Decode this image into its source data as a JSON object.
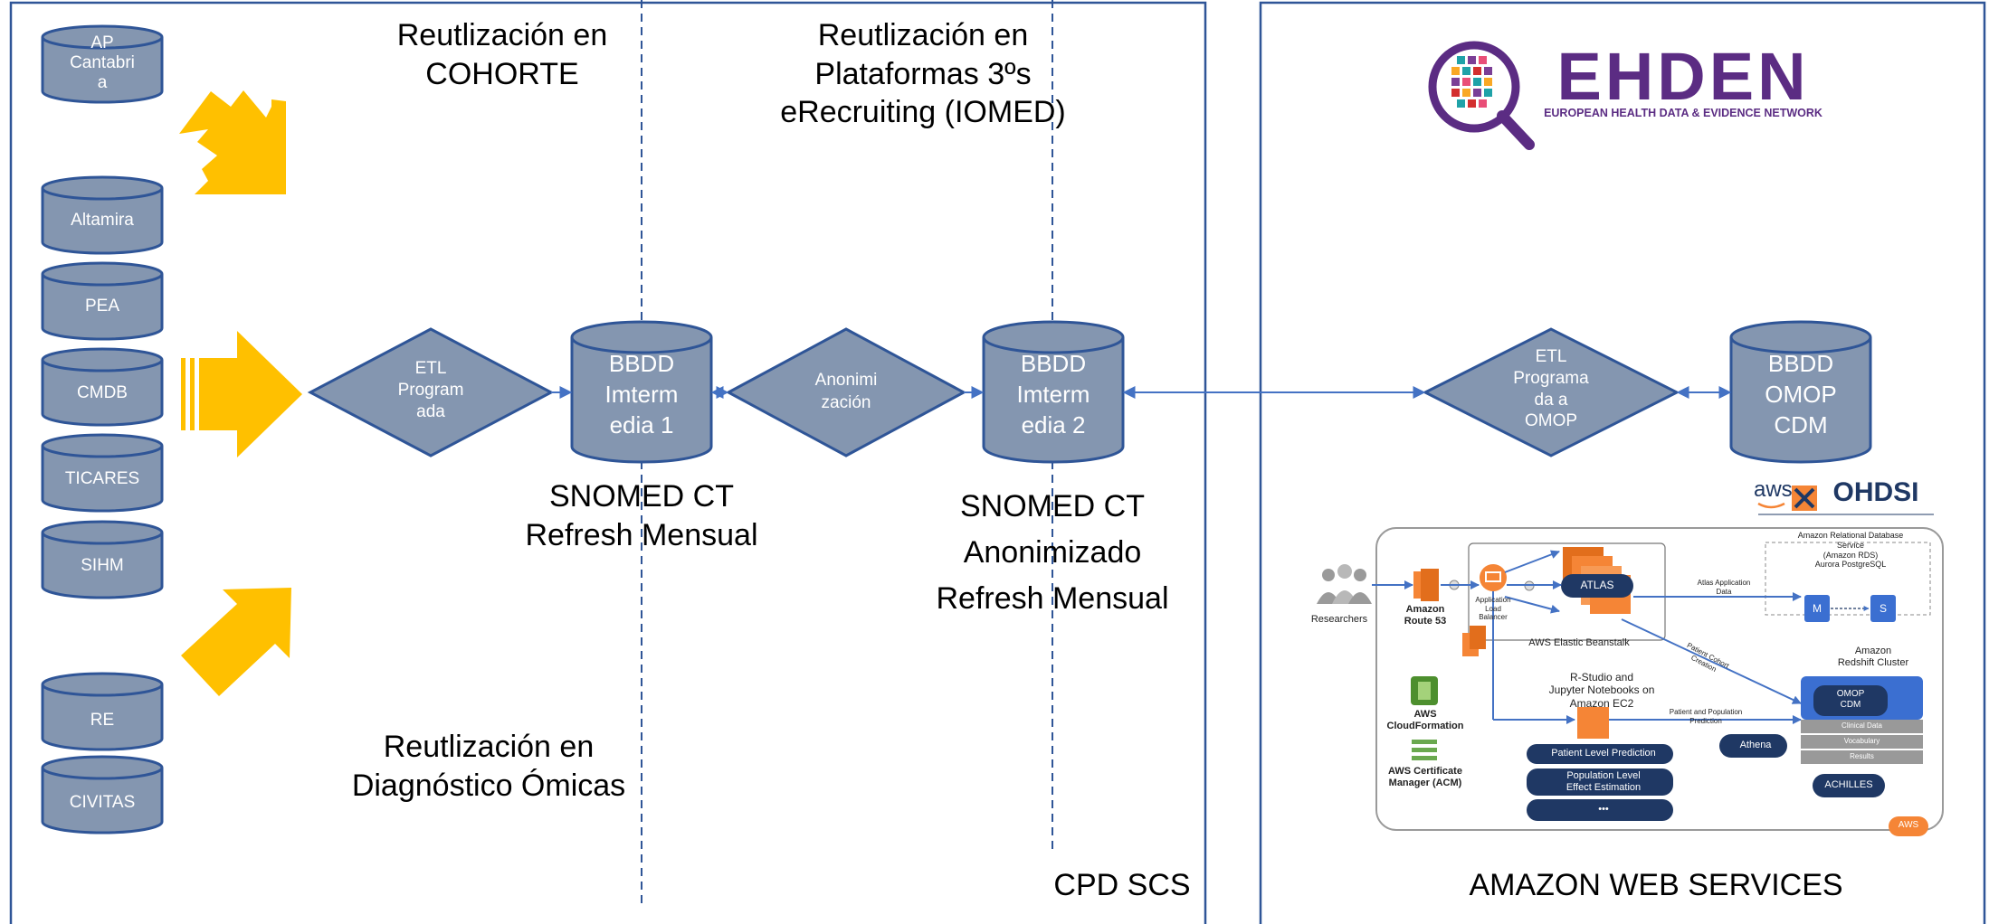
{
  "left_sources": [
    "AP\nCantabri\na",
    "Altamira",
    "PEA",
    "CMDB",
    "TICARES",
    "SIHM",
    "RE",
    "CIVITAS"
  ],
  "headings": {
    "cohorte": "Reutlización en\nCOHORTE",
    "plataformas": "Reutlización en\nPlataformas 3ºs\neRecruiting (IOMED)",
    "omicas": "Reutlización en\nDiagnóstico Ómicas"
  },
  "etl1": "ETL\nProgram\nada",
  "bbdd1": "BBDD\nImterm\nedia 1",
  "anonimizacion": "Anonimi\nzación",
  "bbdd2": "BBDD\nImterm\nedia 2",
  "etl2": "ETL\nPrograma\nda a\nOMOP",
  "bbdd_omop": "BBDD\nOMOP\nCDM",
  "caption1": "SNOMED CT\nRefresh Mensual",
  "caption2": "SNOMED CT\nAnonimizado\nRefresh Mensual",
  "region_left": "CPD SCS",
  "region_right": "AMAZON WEB SERVICES",
  "ehden": {
    "name": "EHDEN",
    "subtitle": "EUROPEAN HEALTH DATA & EVIDENCE NETWORK"
  },
  "partner_logos": {
    "aws": "aws",
    "ohdsi": "OHDSI"
  },
  "aws_arch": {
    "researchers": "Researchers",
    "route53": "Amazon\nRoute 53",
    "alb": "Application\nLoad\nBalancer",
    "atlas": "ATLAS",
    "beanstalk": "AWS Elastic Beanstalk",
    "atlas_app_data": "Atlas Application\nData",
    "rds": "Amazon Relational Database\nService\n(Amazon RDS)\nAurora PostgreSQL",
    "rds_m": "M",
    "rds_s": "S",
    "redshift": "Amazon\nRedshift Cluster",
    "patient_cohort": "Patient Cohort\nCreation",
    "rstudio": "R-Studio and\nJupyter Notebooks on\nAmazon EC2",
    "patient_pop": "Patient and Population\nPrediction",
    "plp": "Patient Level Prediction",
    "ple": "Population Level\nEffect Estimation",
    "more": "•••",
    "athena": "Athena",
    "omop_cdm": "OMOP\nCDM",
    "clinical": "Clinical Data",
    "vocab": "Vocabulary",
    "results": "Results",
    "achilles": "ACHILLES",
    "cloudformation": "AWS\nCloudFormation",
    "acm": "AWS Certificate\nManager (ACM)",
    "aws_badge": "AWS"
  },
  "colors": {
    "shape_fill": "#8496b0",
    "shape_stroke": "#2f5597",
    "arrow_yellow": "#ffc000",
    "line_blue": "#4472c4",
    "ehden_purple": "#5b2c83",
    "aws_orange": "#f58536",
    "aws_navy": "#1f3864"
  }
}
